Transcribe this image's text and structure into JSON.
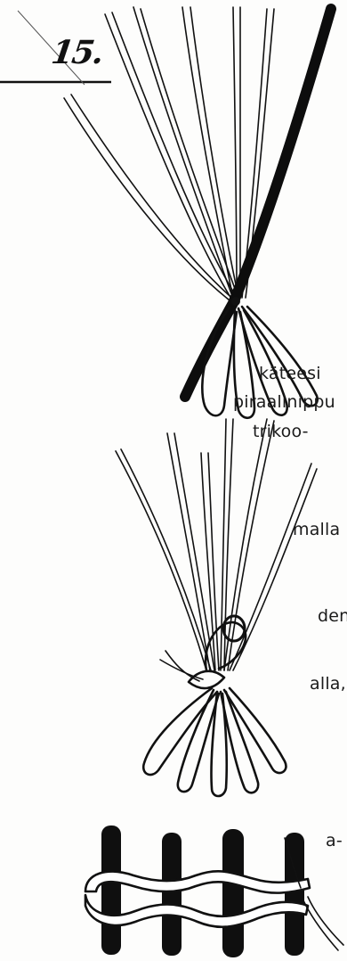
{
  "figure": {
    "number": "15."
  },
  "text_fragments": [
    "käteesi",
    "piraalinippu",
    "trikoo-",
    "malla",
    "den",
    "alla,",
    "a-"
  ]
}
